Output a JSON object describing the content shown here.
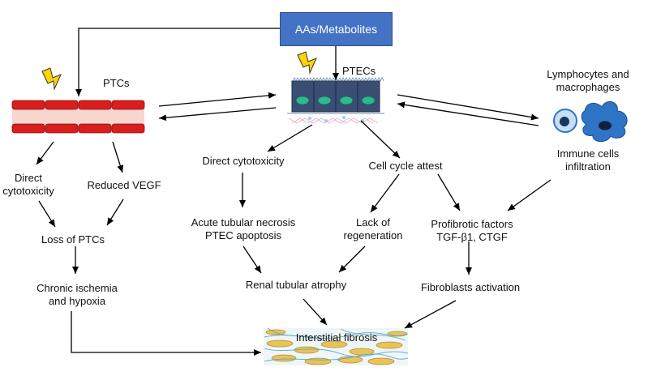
{
  "nodes": {
    "source_box": "AAs/Metabolites",
    "ptcs": "PTCs",
    "ptecs": "PTECs",
    "immune_title": [
      "Lymphocytes and",
      "macrophages"
    ],
    "immune_infiltration": [
      "Immune cells",
      "infiltration"
    ],
    "ptc_direct_cytotoxicity": [
      "Direct",
      "cytotoxicity"
    ],
    "reduced_vegf": "Reduced VEGF",
    "loss_of_ptcs": "Loss of PTCs",
    "chronic_ischemia": [
      "Chronic ischemia",
      "and hypoxia"
    ],
    "ptec_direct_cytotoxicity": "Direct cytotoxicity",
    "cell_cycle": "Cell cycle attest",
    "acute_necrosis": [
      "Acute tubular necrosis",
      "PTEC apoptosis"
    ],
    "lack_of_regeneration": [
      "Lack of",
      "regeneration"
    ],
    "profibrotic": [
      "Profibrotic factors",
      "TGF-β1, CTGF"
    ],
    "renal_atrophy": "Renal tubular atrophy",
    "fibroblasts": "Fibroblasts activation",
    "interstitial_fibrosis": "Interstitial fibrosis"
  },
  "colors": {
    "box_fill": "#4472c4",
    "vessel_red": "#d81e1e",
    "vessel_lumen": "#f6d6cf",
    "epithelium": "#3a4e74",
    "nucleus": "#2eb88e",
    "lightning": "#ffd400",
    "immune_cell": "#2e75c5",
    "arrow": "#000000"
  },
  "icons": [
    "lightning-bolt-icon",
    "capillary-icon",
    "epithelium-icon",
    "lymphocyte-icon",
    "macrophage-icon",
    "fibroblast-tissue-icon"
  ]
}
